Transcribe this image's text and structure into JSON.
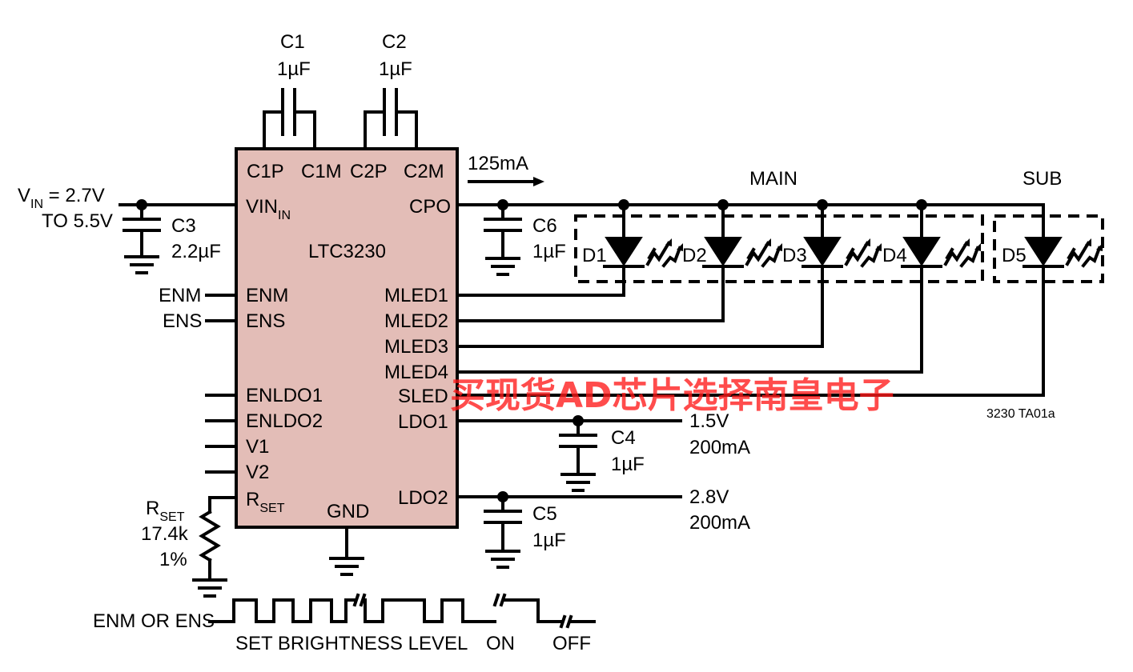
{
  "ic": {
    "name": "LTC3230",
    "pins_left": [
      "VIN",
      "ENM",
      "ENS",
      "ENLDO1",
      "ENLDO2",
      "V1",
      "V2",
      "RSET"
    ],
    "pins_left_sub": {
      "vin_sub": "IN",
      "rset_sub": "SET"
    },
    "pins_top": [
      "C1P",
      "C1M",
      "C2P",
      "C2M"
    ],
    "pins_right": [
      "CPO",
      "MLED1",
      "MLED2",
      "MLED3",
      "MLED4",
      "SLED",
      "LDO1",
      "LDO2"
    ],
    "pin_bottom": "GND",
    "body_color": "#e3bdb7"
  },
  "components": {
    "c1": {
      "name": "C1",
      "value": "1µF"
    },
    "c2": {
      "name": "C2",
      "value": "1µF"
    },
    "c3": {
      "name": "C3",
      "value": "2.2µF"
    },
    "c4": {
      "name": "C4",
      "value": "1µF"
    },
    "c5": {
      "name": "C5",
      "value": "1µF"
    },
    "c6": {
      "name": "C6",
      "value": "1µF"
    },
    "rset": {
      "name_main": "R",
      "name_sub": "SET",
      "value": "17.4k",
      "tolerance": "1%"
    },
    "diodes": [
      "D1",
      "D2",
      "D3",
      "D4",
      "D5"
    ]
  },
  "labels": {
    "vin_main": "V",
    "vin_sub": "IN",
    "vin_range": " = 2.7V",
    "vin_range2": "TO 5.5V",
    "enm": "ENM",
    "ens": "ENS",
    "current": "125mA",
    "main": "MAIN",
    "sub": "SUB",
    "ldo1_voltage": "1.5V",
    "ldo1_current": "200mA",
    "ldo2_voltage": "2.8V",
    "ldo2_current": "200mA",
    "fig_id": "3230 TA01a"
  },
  "timing": {
    "signal": "ENM OR ENS",
    "phase1": "SET BRIGHTNESS LEVEL",
    "phase2": "ON",
    "phase3": "OFF"
  },
  "watermark": "买现货AD芯片选择南皇电子"
}
